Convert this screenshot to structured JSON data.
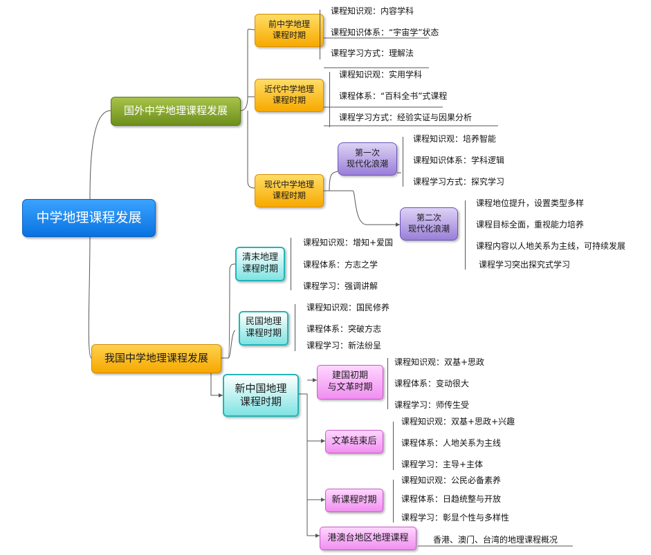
{
  "root": "中学地理课程发展",
  "foreign": {
    "title": "国外中学地理课程发展",
    "pre": {
      "title": "前中学地理\n课程时期",
      "items": [
        "课程知识观：内容学科",
        "课程知识体系：“宇宙学”状态",
        "课程学习方式：理解法"
      ]
    },
    "modern_early": {
      "title": "近代中学地理\n课程时期",
      "items": [
        "课程知识观：实用学科",
        "课程体系：“百科全书”式课程",
        "课程学习方式：经验实证与因果分析"
      ]
    },
    "modern": {
      "title": "现代中学地理\n课程时期",
      "wave1": {
        "title": "第一次\n现代化浪潮",
        "items": [
          "课程知识观：培养智能",
          "课程知识体系：学科逻辑",
          "课程学习方式：探究学习"
        ]
      },
      "wave2": {
        "title": "第二次\n现代化浪潮",
        "items": [
          "课程地位提升，设置类型多样",
          "课程目标全面，重视能力培养",
          "课程内容以人地关系为主线，可持续发展",
          "课程学习突出探究式学习"
        ]
      }
    }
  },
  "china": {
    "title": "我国中学地理课程发展",
    "qing": {
      "title": "清末地理\n课程时期",
      "items": [
        "课程知识观：增知+爱国",
        "课程体系：方志之学",
        "课程学习：强调讲解"
      ]
    },
    "minguo": {
      "title": "民国地理\n课程时期",
      "items": [
        "课程知识观：国民修养",
        "课程体系：突破方志",
        "课程学习：新法纷呈"
      ]
    },
    "new": {
      "title": "新中国地理\n课程时期",
      "early": {
        "title": "建国初期\n与文革时期",
        "items": [
          "课程知识观：双基+思政",
          "课程体系：变动很大",
          "课程学习：师传生受"
        ]
      },
      "post": {
        "title": "文革结束后",
        "items": [
          "课程知识观：双基+思政+兴趣",
          "课程体系：人地关系为主线",
          "课程学习：主导+主体"
        ]
      },
      "reform": {
        "title": "新课程时期",
        "items": [
          "课程知识观：公民必备素养",
          "课程体系：日趋统整与开放",
          "课程学习：彰显个性与多样性"
        ]
      },
      "hk": {
        "title": "港澳台地区地理课程",
        "items": [
          "香港、澳门、台湾的地理课程概况"
        ]
      }
    }
  }
}
